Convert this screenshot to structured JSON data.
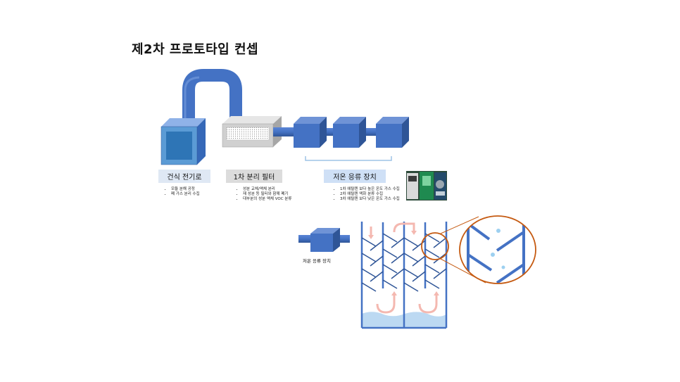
{
  "title": "제2차 프로토타입 컨셉",
  "stages": {
    "dryer": {
      "label": "건식 전기로",
      "bullets": [
        "모듈 분해 공정",
        "폐 가스 분리 수집"
      ]
    },
    "filter": {
      "label": "1차 분리 필터",
      "bullets": [
        "성분 교체/액체 분리",
        "재 성분 등 필터와 함께 폐기",
        "대부분의 성분 액체 VOC 분류"
      ]
    },
    "condenser": {
      "label": "저온 응류 장치",
      "bullets": [
        "1차 에탈렌 보다 높은 온도 가스 수집",
        "2차 에탈렌 액화 분류 수집",
        "3차 에탈렌 보다 낮은 온도 가스 수집"
      ]
    }
  },
  "detail": {
    "small_unit_caption": "저온 응류 장치"
  },
  "colors": {
    "blue_front": "#4472c4",
    "blue_top": "#6f93d6",
    "blue_side": "#2f5597",
    "pipe": "#4472c4",
    "grey_box": "#d0d0d0",
    "orange_circle": "#c55a11",
    "pink_arrow": "#f4b8b0",
    "water": "#bcd9f2"
  }
}
